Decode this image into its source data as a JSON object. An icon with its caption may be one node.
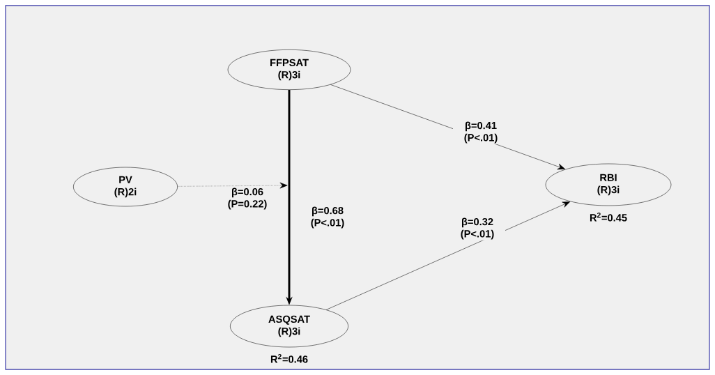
{
  "diagram": {
    "nodes": [
      {
        "text": [
          "FFPSAT",
          "(R)3i"
        ]
      },
      {
        "text": [
          "PV",
          "(R)2i"
        ]
      },
      {
        "text": [
          "RBI",
          "(R)3i"
        ],
        "beside": [
          "R$^{2}$=0.45"
        ]
      },
      {
        "text": [
          "ASQSAT",
          "(R)3i"
        ],
        "beside": [
          "R$^{2}$=0.46"
        ]
      }
    ],
    "edges": [
      {
        "from": 0,
        "to": 2,
        "arrow": "to",
        "label": "β=0.41 (P<.01)"
      },
      {
        "from": 1,
        "to": null,
        "arrow": "to",
        "style": "dashed",
        "label": "β=0.06 (P=0.22)"
      },
      {
        "from": 0,
        "to": 3,
        "arrow": "to",
        "style": "thick",
        "label": "β=0.68 (P<.01)"
      },
      {
        "from": 3,
        "to": 2,
        "arrow": "to",
        "label": "β=0.32 (P<.01)"
      }
    ]
  }
}
